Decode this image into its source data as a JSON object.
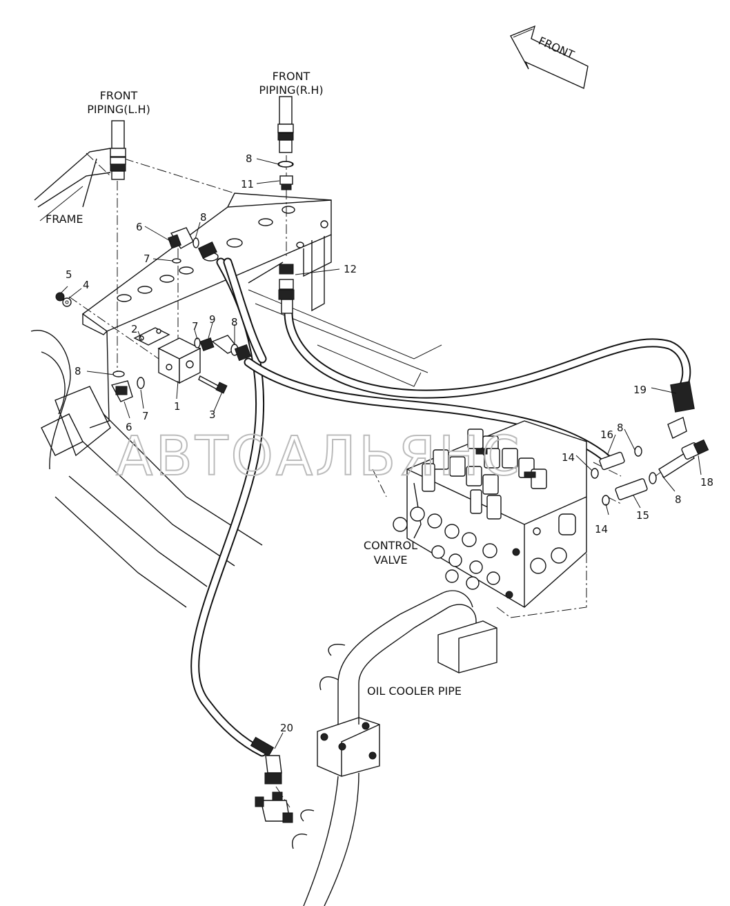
{
  "labels": {
    "front_arrow": "FRONT",
    "front_piping_lh_1": "FRONT",
    "front_piping_lh_2": "PIPING(L.H)",
    "front_piping_rh_1": "FRONT",
    "front_piping_rh_2": "PIPING(R.H)",
    "frame": "FRAME",
    "control_valve_1": "CONTROL",
    "control_valve_2": "VALVE",
    "oil_cooler_pipe": "OIL COOLER PIPE"
  },
  "watermark": "АВТОАЛЬЯНС",
  "callouts": {
    "c1": "1",
    "c2": "2",
    "c3": "3",
    "c4": "4",
    "c5": "5",
    "c6a": "6",
    "c6b": "6",
    "c7a": "7",
    "c7b": "7",
    "c7c": "7",
    "c8a": "8",
    "c8b": "8",
    "c8c": "8",
    "c8d": "8",
    "c8e": "8",
    "c8f": "8",
    "c9": "9",
    "c11": "11",
    "c12": "12",
    "c14a": "14",
    "c14b": "14",
    "c15": "15",
    "c16": "16",
    "c18": "18",
    "c19": "19",
    "c20": "20"
  }
}
